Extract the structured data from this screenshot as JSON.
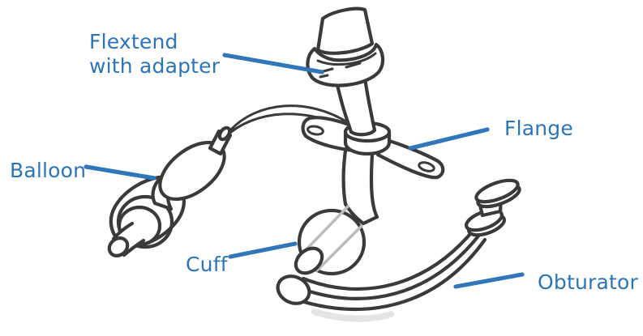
{
  "labels": {
    "flextend_line1": "Flextend",
    "flextend_line2": "with adapter",
    "flange": "Flange",
    "balloon": "Balloon",
    "cuff": "Cuff",
    "obturator": "Obturator"
  },
  "colors": {
    "label_text": "#2e74b4",
    "leader_line": "#3076b8",
    "line_art": "#3a3a3a",
    "cuff_shading": "#bcbcbc",
    "background": "#ffffff"
  }
}
